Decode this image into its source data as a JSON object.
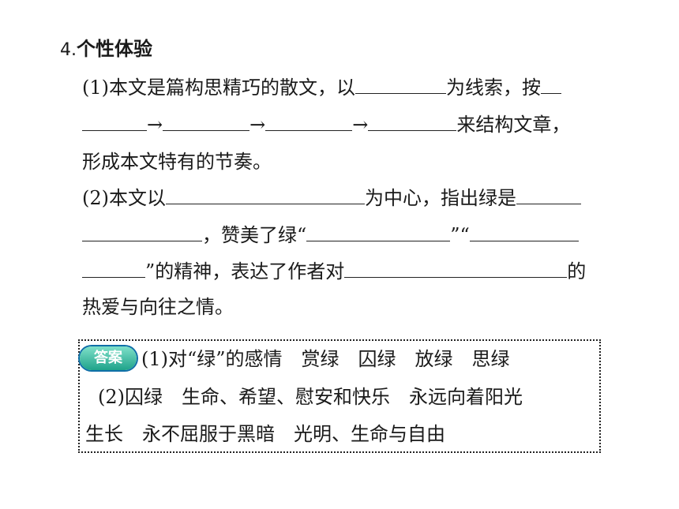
{
  "heading": {
    "number": "4.",
    "title": "个性体验"
  },
  "q1": {
    "line1_a": "(1)本文是篇构思精巧的散文，以",
    "line1_b": "为线索，按",
    "arrow1": "→",
    "arrow2": "→",
    "arrow3": "→",
    "line2_end": "来结构文章，",
    "line3": "形成本文特有的节奏。"
  },
  "q2": {
    "line1_a": "(2)本文以",
    "line1_b": "为中心，指出绿是",
    "line2_a": "，赞美了绿“",
    "line2_b": "”“",
    "line3_a": "”的精神，表达了作者对",
    "line3_b": "的",
    "line4": "热爱与向往之情。"
  },
  "answer": {
    "badge": "答案",
    "line1": "(1)对“绿”的感情　赏绿　囚绿　放绿　思绿",
    "line2": "(2)囚绿　生命、希望、慰安和快乐　永远向着阳光",
    "line3": "生长　永不屈服于黑暗　光明、生命与自由"
  }
}
